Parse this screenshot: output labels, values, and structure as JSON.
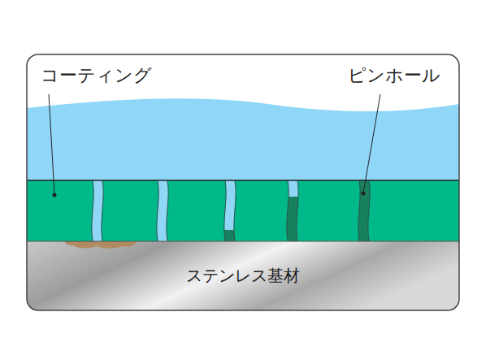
{
  "diagram": {
    "nodes": [
      {
        "text": [
          "ステンレス基材"
        ]
      }
    ],
    "labels": [
      "コーティング",
      "ピンホール"
    ]
  }
}
